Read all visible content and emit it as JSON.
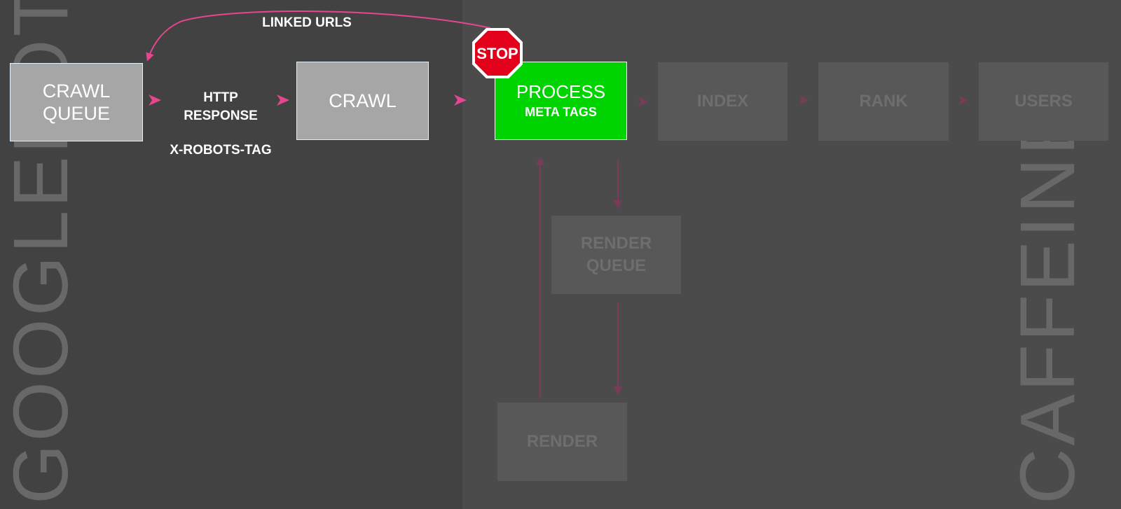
{
  "panels": {
    "left_title": "GOOGLEBOT",
    "right_title": "CAFFEINE"
  },
  "boxes": {
    "crawl_queue": [
      "CRAWL",
      "QUEUE"
    ],
    "crawl": "CRAWL",
    "process_main": "PROCESS",
    "process_sub": "META TAGS",
    "index": "INDEX",
    "rank": "RANK",
    "users": "USERS",
    "render_queue": [
      "RENDER",
      "QUEUE"
    ],
    "render": "RENDER"
  },
  "labels": {
    "linked_urls": "LINKED URLS",
    "http_response": [
      "HTTP",
      "RESPONSE"
    ],
    "x_robots_tag": "X-ROBOTS-TAG",
    "stop": "STOP"
  },
  "colors": {
    "arrow_active": "#e8458f",
    "arrow_dim": "#7a3a58",
    "process_green": "#00d400",
    "stop_red": "#e3001b"
  }
}
